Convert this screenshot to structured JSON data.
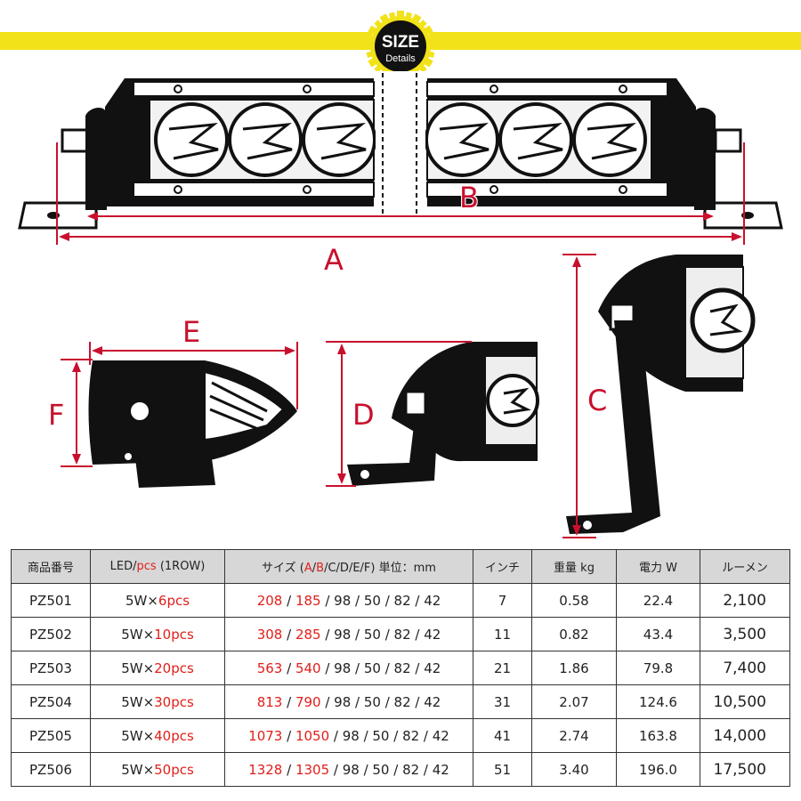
{
  "badge": {
    "title": "SIZE",
    "subtitle": "Details"
  },
  "colors": {
    "accent": "#f2e219",
    "dimension": "#c8102e",
    "highlight": "#e0201b"
  },
  "dimension_labels": {
    "a": "A",
    "b": "B",
    "c": "C",
    "d": "D",
    "e": "E",
    "f": "F"
  },
  "table": {
    "headers": {
      "model": "商品番号",
      "led_prefix": "LED/",
      "led_pcs": "pcs",
      "led_suffix": " (1ROW)",
      "size_prefix": "サイズ (",
      "size_a": "A",
      "size_sep": "/",
      "size_b": "B",
      "size_rest": "/C/D/E/F) 単位：mm",
      "inch": "インチ",
      "weight": "重量 kg",
      "power": "電力 W",
      "lumen": "ルーメン"
    },
    "rows": [
      {
        "model": "PZ501",
        "led_base": "5W×",
        "led_pcs": "6pcs",
        "a": "208",
        "b": "185",
        "rest": " / 98 / 50 / 82 / 42",
        "inch": "7",
        "weight": "0.58",
        "power": "22.4",
        "lumen": "2,100"
      },
      {
        "model": "PZ502",
        "led_base": "5W×",
        "led_pcs": "10pcs",
        "a": "308",
        "b": "285",
        "rest": " / 98 / 50 / 82 / 42",
        "inch": "11",
        "weight": "0.82",
        "power": "43.4",
        "lumen": "3,500"
      },
      {
        "model": "PZ503",
        "led_base": "5W×",
        "led_pcs": "20pcs",
        "a": "563",
        "b": "540",
        "rest": " / 98 / 50 / 82 / 42",
        "inch": "21",
        "weight": "1.86",
        "power": "79.8",
        "lumen": "7,400"
      },
      {
        "model": "PZ504",
        "led_base": "5W×",
        "led_pcs": "30pcs",
        "a": "813",
        "b": "790",
        "rest": " / 98 / 50 / 82 / 42",
        "inch": "31",
        "weight": "2.07",
        "power": "124.6",
        "lumen": "10,500"
      },
      {
        "model": "PZ505",
        "led_base": "5W×",
        "led_pcs": "40pcs",
        "a": "1073",
        "b": "1050",
        "rest": " / 98 / 50 / 82 / 42",
        "inch": "41",
        "weight": "2.74",
        "power": "163.8",
        "lumen": "14,000"
      },
      {
        "model": "PZ506",
        "led_base": "5W×",
        "led_pcs": "50pcs",
        "a": "1328",
        "b": "1305",
        "rest": " / 98 / 50 / 82 / 42",
        "inch": "51",
        "weight": "3.40",
        "power": "196.0",
        "lumen": "17,500"
      }
    ]
  }
}
